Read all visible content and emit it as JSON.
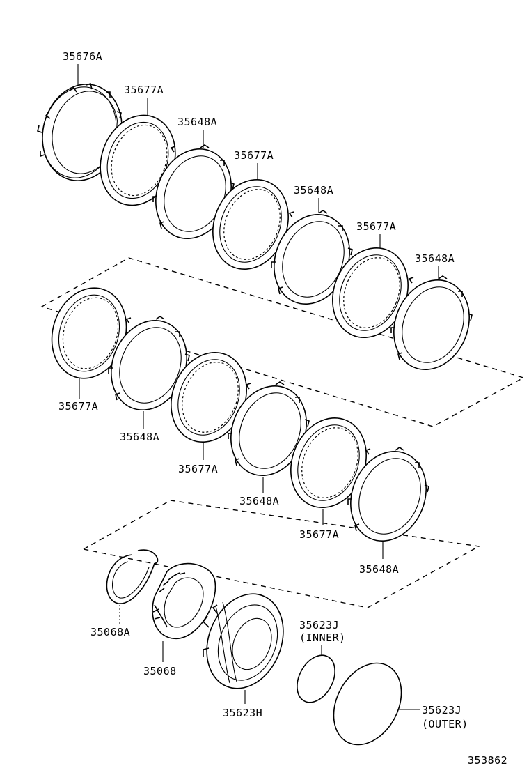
{
  "diagram_id": "353862",
  "labels": {
    "l1": "35676A",
    "l2": "35677A",
    "l3": "35648A",
    "l4": "35677A",
    "l5": "35648A",
    "l6": "35677A",
    "l7": "35648A",
    "l8": "35677A",
    "l9": "35648A",
    "l10": "35677A",
    "l11": "35648A",
    "l12": "35677A",
    "l13": "35648A",
    "l14": "35068A",
    "l15": "35068",
    "l16": "35623H",
    "l17a": "35623J",
    "l17b": "(INNER)",
    "l18a": "35623J",
    "l18b": "(OUTER)"
  }
}
